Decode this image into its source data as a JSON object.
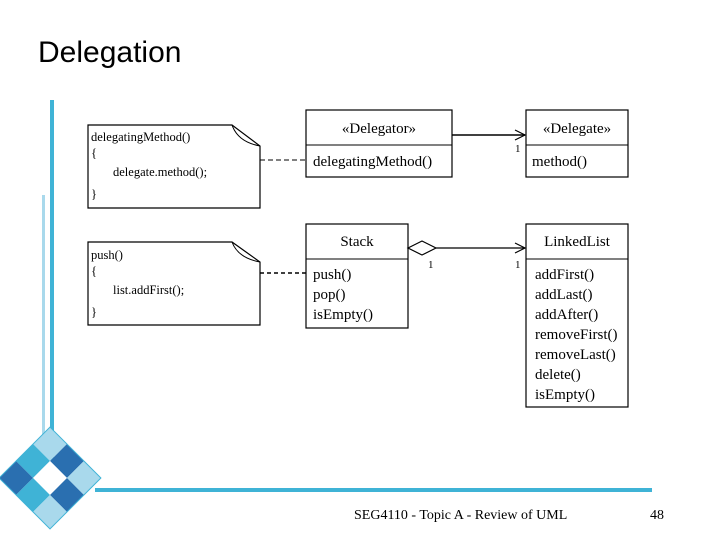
{
  "slide": {
    "title": "Delegation",
    "footer": "SEG4110 - Topic A - Review of UML",
    "page_number": "48"
  },
  "colors": {
    "accent": "#3fb3d6",
    "accent_light": "#a9d9ec",
    "decor_dark": "#2a6fb0"
  },
  "notes": {
    "delegating": {
      "lines": [
        "delegatingMethod()",
        "{",
        "delegate.method();",
        "}"
      ]
    },
    "push": {
      "lines": [
        "push()",
        "{",
        "list.addFirst();",
        "}"
      ]
    }
  },
  "classes": {
    "delegator": {
      "name": "«Delegator»",
      "methods": [
        "delegatingMethod()"
      ]
    },
    "delegate": {
      "name": "«Delegate»",
      "methods": [
        "method()"
      ]
    },
    "stack": {
      "name": "Stack",
      "methods": [
        "push()",
        "pop()",
        "isEmpty()"
      ]
    },
    "linkedlist": {
      "name": "LinkedList",
      "methods": [
        "addFirst()",
        "addLast()",
        "addAfter()",
        "removeFirst()",
        "removeLast()",
        "delete()",
        "isEmpty()"
      ]
    }
  },
  "associations": {
    "delegator_to_delegate": {
      "target_multiplicity": "1"
    },
    "stack_to_linkedlist": {
      "source_multiplicity": "1",
      "target_multiplicity": "1"
    }
  }
}
